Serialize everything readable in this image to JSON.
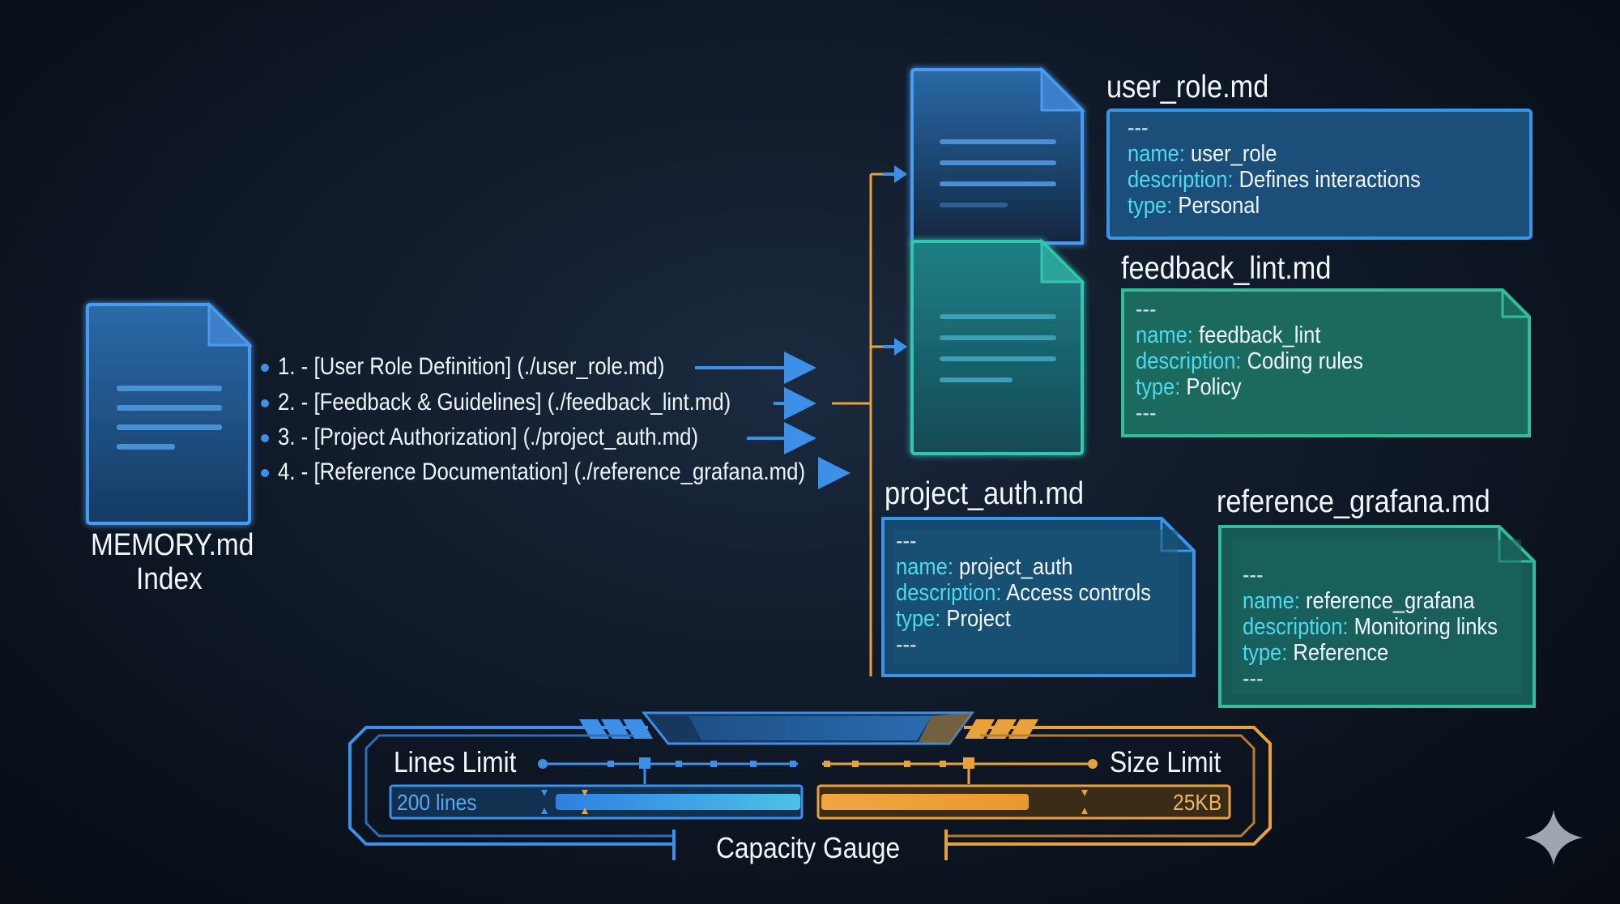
{
  "colors": {
    "blue": "#3d8fe8",
    "teal": "#2ebf9d",
    "orange": "#e8a23c",
    "background": "#0b1320"
  },
  "index_doc": {
    "icon": "document-icon",
    "title_line1": "MEMORY.md",
    "title_line2": "Index",
    "entries": [
      "1. - [User Role Definition] (./user_role.md)",
      "2. - [Feedback & Guidelines] (./feedback_lint.md)",
      "3. - [Project Authorization] (./project_auth.md)",
      "4. - [Reference Documentation] (./reference_grafana.md)"
    ]
  },
  "files": {
    "user_role": {
      "filename": "user_role.md",
      "dash_open": "---",
      "name_key": "name:",
      "name_val": "user_role",
      "desc_key": "description:",
      "desc_val": "Defines interactions",
      "type_key": "type:",
      "type_val": "Personal"
    },
    "feedback_lint": {
      "filename": "feedback_lint.md",
      "dash_open": "---",
      "name_key": "name:",
      "name_val": "feedback_lint",
      "desc_key": "description:",
      "desc_val": "Coding rules",
      "type_key": "type:",
      "type_val": "Policy",
      "dash_close": "---"
    },
    "project_auth": {
      "filename": "project_auth.md",
      "dash_open": "---",
      "name_key": "name:",
      "name_val": "project_auth",
      "desc_key": "description:",
      "desc_val": "Access controls",
      "type_key": "type:",
      "type_val": "Project",
      "dash_close": "---"
    },
    "reference_grafana": {
      "filename": "reference_grafana.md",
      "dash_open": "---",
      "name_key": "name:",
      "name_val": "reference_grafana",
      "desc_key": "description:",
      "desc_val": "Monitoring links",
      "type_key": "type:",
      "type_val": "Reference",
      "dash_close": "---"
    }
  },
  "gauge": {
    "lines_label": "Lines Limit",
    "lines_value": "200 lines",
    "size_label": "Size Limit",
    "size_value": "25KB",
    "caption": "Capacity Gauge"
  },
  "corner_icon": "sparkle-icon"
}
